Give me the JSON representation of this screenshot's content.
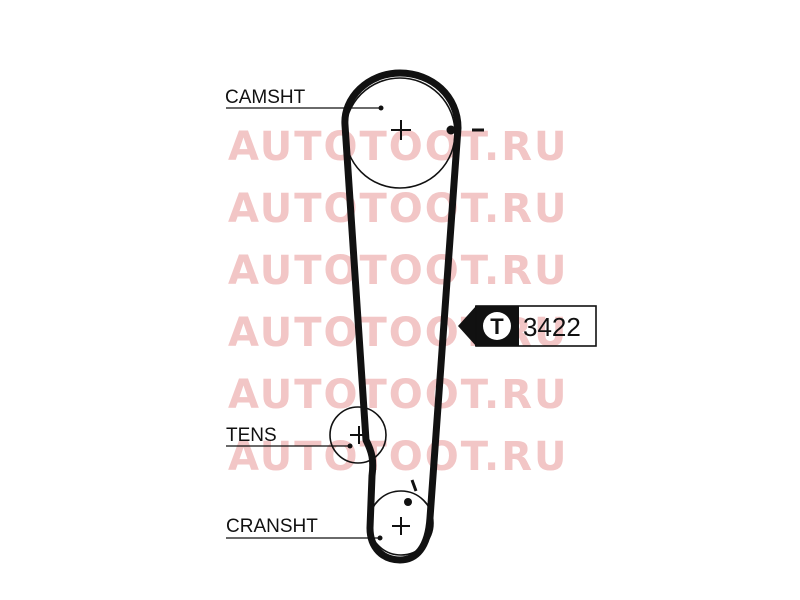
{
  "labels": {
    "camshaft": "CAMSHT",
    "tensioner": "TENS",
    "crankshaft": "CRANSHT"
  },
  "belt_code": {
    "badge_letter": "T",
    "number": "3422"
  },
  "watermark": {
    "text": "AUTOTOOT.RU",
    "repeat": 6,
    "color": "#f2c6c6"
  },
  "colors": {
    "line": "#111111",
    "background": "#ffffff"
  }
}
